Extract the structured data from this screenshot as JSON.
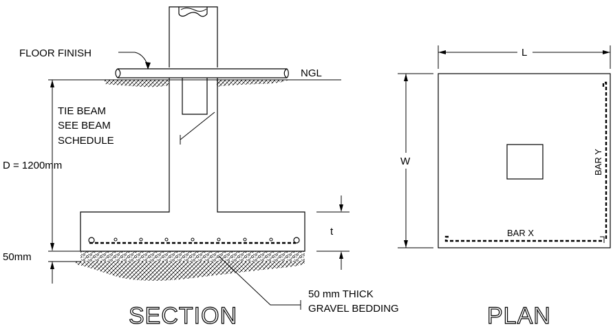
{
  "section": {
    "floor_finish": "FLOOR FINISH",
    "ngl": "NGL",
    "tie_beam_line1": "TIE BEAM",
    "tie_beam_line2": "SEE BEAM",
    "tie_beam_line3": "SCHEDULE",
    "depth": "D = 1200mm",
    "thickness": "t",
    "bedding_dim": "50mm",
    "gravel_line1": "50 mm THICK",
    "gravel_line2": "GRAVEL BEDDING",
    "title": "SECTION"
  },
  "plan": {
    "length": "L",
    "width": "W",
    "bar_x": "BAR X",
    "bar_y": "BAR Y",
    "title": "PLAN"
  },
  "colors": {
    "line": "#000000",
    "background": "#ffffff"
  }
}
